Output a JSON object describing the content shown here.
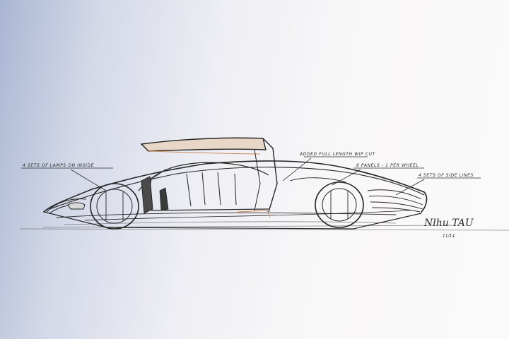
{
  "annotations": {
    "left": "4 sets of lamps on inside",
    "top": "added full length wip cut",
    "mid": "6 panels - 1 per wheel",
    "right": "4 sets of side lines"
  },
  "signature": {
    "name": "Nlhu TAU",
    "date": "11/14"
  },
  "colors": {
    "background_left": "#a9b6d3",
    "background_right": "#fbfafa",
    "ink": "#2a2a2a",
    "copper_accent": "#c98a5a"
  }
}
